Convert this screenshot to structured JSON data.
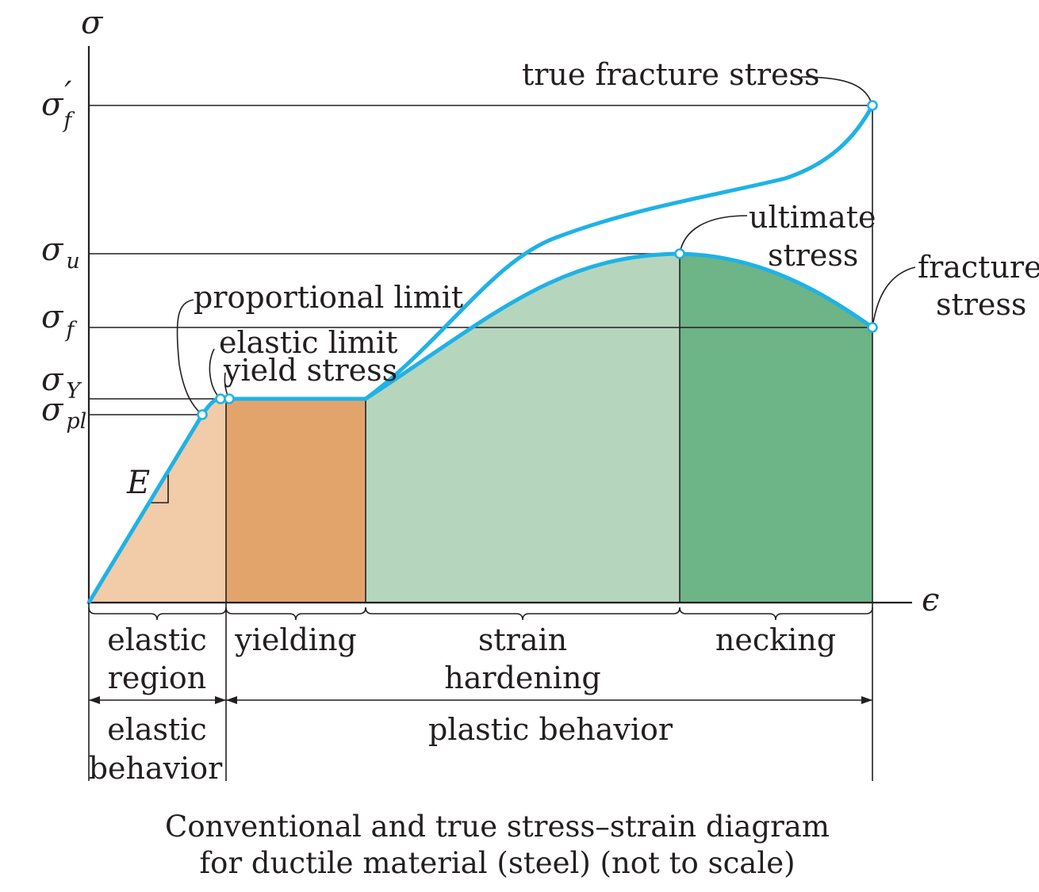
{
  "axes": {
    "y_symbol": "σ",
    "x_symbol": "ϵ",
    "stress_levels": [
      {
        "symbol": "σ",
        "sub": "f",
        "prime": "′"
      },
      {
        "symbol": "σ",
        "sub": "u",
        "prime": ""
      },
      {
        "symbol": "σ",
        "sub": "f",
        "prime": ""
      },
      {
        "symbol": "σ",
        "sub": "Y",
        "prime": ""
      },
      {
        "symbol": "σ",
        "sub": "pl",
        "prime": ""
      }
    ]
  },
  "annotations": {
    "true_fracture": "true fracture stress",
    "ultimate_line1": "ultimate",
    "ultimate_line2": "stress",
    "fracture_line1": "fracture",
    "fracture_line2": "stress",
    "proportional_limit": "proportional limit",
    "elastic_limit": "elastic limit",
    "yield_stress": "yield stress",
    "modulus": "E"
  },
  "regions": {
    "elastic_line1": "elastic",
    "elastic_line2": "region",
    "yielding": "yielding",
    "strain_line1": "strain",
    "strain_line2": "hardening",
    "necking": "necking"
  },
  "behavior": {
    "elastic_line1": "elastic",
    "elastic_line2": "behavior",
    "plastic": "plastic behavior"
  },
  "caption": {
    "line1": "Conventional and true stress–strain diagram",
    "line2": "for ductile material (steel) (not to scale)"
  },
  "colors": {
    "curve": "#1fb2e6",
    "elastic_fill": "#f2cba8",
    "yielding_fill": "#e3a46c",
    "hardening_fill": "#b6d5bd",
    "necking_fill": "#6db487",
    "ink": "#231f20"
  }
}
